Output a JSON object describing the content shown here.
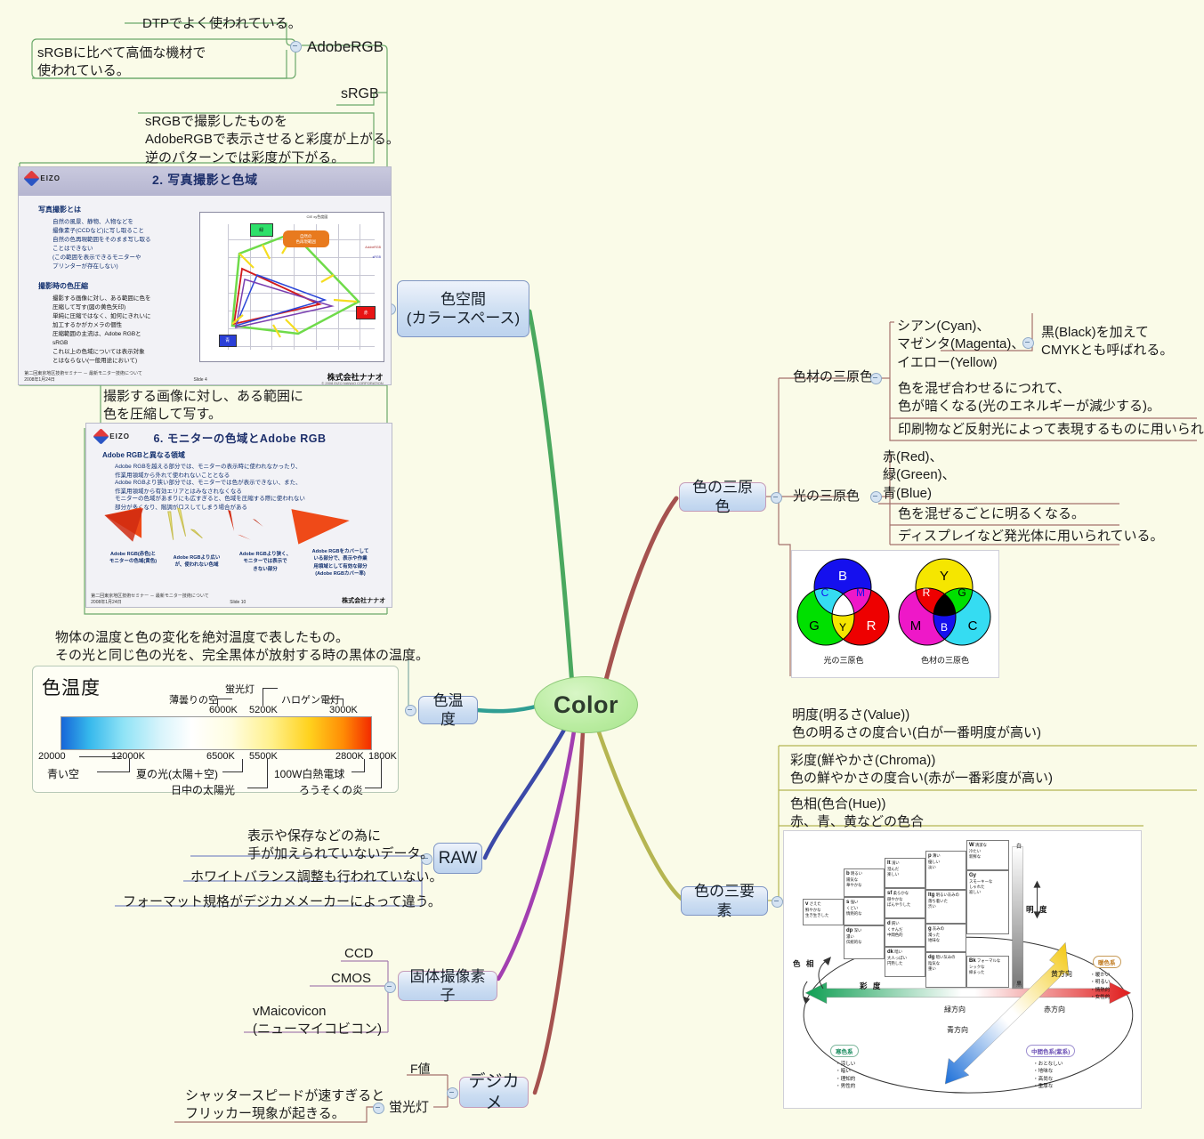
{
  "root": {
    "label": "Color"
  },
  "branches": {
    "colorspace": {
      "label": "色空間\n(カラースペース)",
      "children": [
        {
          "label": "AdobeRGB",
          "notes": [
            "DTPでよく使われている。",
            "sRGBに比べて高価な機材で\n使われている。"
          ]
        },
        {
          "label": "sRGB",
          "notes": []
        },
        {
          "notes": [
            "sRGBで撮影したものを\nAdobeRGBで表示させると彩度が上がる。\n逆のパターンでは彩度が下がる。"
          ]
        },
        {
          "image": "eizo-slide-photo-gamut"
        },
        {
          "notes": [
            "撮影する画像に対し、ある範囲に\n色を圧縮して写す。"
          ]
        },
        {
          "image": "eizo-slide-monitor-adobergb"
        }
      ]
    },
    "three_primary": {
      "label": "色の三原色",
      "children": [
        {
          "label": "色材の三原色",
          "notes": [
            "シアン(Cyan)、\nマゼンタ(Magenta)、\nイエロー(Yellow)",
            "黒(Black)を加えて\nCMYKとも呼ばれる。",
            "色を混ぜ合わせるにつれて、\n色が暗くなる(光のエネルギーが減少する)。",
            "印刷物など反射光によって表現するものに用いられる。"
          ]
        },
        {
          "label": "光の三原色",
          "notes": [
            "赤(Red)、\n緑(Green)、\n青(Blue)",
            "色を混ぜるごとに明るくなる。",
            "ディスプレイなど発光体に用いられている。"
          ]
        },
        {
          "image": "venn-rgb-cmy"
        }
      ]
    },
    "three_elements": {
      "label": "色の三要素",
      "children": [
        {
          "notes": [
            "明度(明るさ(Value))\n色の明るさの度合い(白が一番明度が高い)"
          ]
        },
        {
          "notes": [
            "彩度(鮮やかさ(Chroma))\n色の鮮やかさの度合い(赤が一番彩度が高い)"
          ]
        },
        {
          "notes": [
            "色相(色合(Hue))\n赤、青、黄などの色合"
          ]
        },
        {
          "image": "tone-hue-diagram"
        }
      ]
    },
    "color_temperature": {
      "label": "色温度",
      "notes": [
        "物体の温度と色の変化を絶対温度で表したもの。\nその光と同じ色の光を、完全黒体が放射する時の黒体の温度。"
      ],
      "image": "color-temperature-scale"
    },
    "raw": {
      "label": "RAW",
      "notes": [
        "表示や保存などの為に\n手が加えられていないデータ。",
        "ホワイトバランス調整も行われていない。",
        "フォーマット規格がデジカメメーカーによって違う。"
      ]
    },
    "sensor": {
      "label": "固体撮像素子",
      "children": [
        "CCD",
        "CMOS",
        "vMaicovicon\n(ニューマイコビコン)"
      ]
    },
    "digicam": {
      "label": "デジカメ",
      "children": [
        {
          "label": "F値"
        },
        {
          "label": "蛍光灯",
          "notes": [
            "シャッタースピードが速すぎると\nフリッカー現象が起きる。"
          ]
        }
      ]
    }
  },
  "images": {
    "eizo_slide1": {
      "brand": "EIZO",
      "title": "2. 写真撮影と色域",
      "h1": "写真撮影とは",
      "b1": "自然の風景、静物、人物などを\n撮像素子(CCDなど)に写し取ること",
      "b2": "自然の色再現範囲をそのまま写し取る\nことはできない\n(この範囲を表示できるモニターや\nプリンターが存在しない)",
      "h2": "撮影時の色圧縮",
      "b3": "撮影する画像に対し、ある範囲に色を\n圧縮して写す(図の黄色矢印)",
      "b4": "単純に圧縮ではなく、如何にきれいに\n加工するかがカメラの個性",
      "b5": "圧縮範囲の主流は、Adobe RGBと\nsRGB",
      "b6": "これ以上の色域については表示対象\nとはならない(一般用途において)",
      "chart_title": "CIE xy色度図",
      "bubble": "自然の\n色再現範囲",
      "legend1": "AdobeRGB",
      "legend2": "sRGB",
      "sw_green": "緑",
      "sw_red": "赤",
      "sw_blue": "青",
      "footer_left": "第二回東京地区技術セミナー － 最新モニター技術について\n2008年1月24日",
      "footer_mid": "Slide 4",
      "footer_right": "株式会社ナナオ",
      "copyright": "© 2008 EIZO NANAO CORPORATION"
    },
    "eizo_slide2": {
      "brand": "EIZO",
      "title": "6. モニターの色域とAdobe RGB",
      "h1": "Adobe RGBと異なる領域",
      "b1": "Adobe RGBを越える部分では、モニターの表示時に使われなかったり、\n作業用領域から外れて使われないこととなる",
      "b2": "Adobe RGBより狭い部分では、モニターでは色が表示できない、また、\n作業用領域から有効エリアとはみなされなくなる",
      "b3": "モニターの色域があまりにも広すぎると、色域を圧縮する際に使われない\n部分が多くなり、階調がロスしてしまう場合がある",
      "cap1": "Adobe RGB(赤色)と\nモニターの色域(黄色)",
      "cap2": "Adobe RGBより広い\nが、使われない色域",
      "cap3": "Adobe RGBより狭く、\nモニターでは表示で\nきない部分",
      "cap4": "Adobe RGBをカバーして\nいる部分で、表示や作業\n用領域として有効な部分\n(Adobe RGBカバー率)",
      "footer_left": "第二回東京地区技術セミナー － 最新モニター技術について\n2008年1月24日",
      "footer_mid": "Slide 10",
      "footer_right": "株式会社ナナオ"
    },
    "venn": {
      "light_label": "光の三原色",
      "pigment_label": "色材の三原色",
      "light_letters": [
        "B",
        "C",
        "M",
        "G",
        "Y",
        "R"
      ],
      "pigment_letters": [
        "Y",
        "R",
        "G",
        "M",
        "B",
        "C"
      ],
      "colors": {
        "blue": "#1510ee",
        "green": "#00e000",
        "red": "#ee0000",
        "cyan": "#35dcf2",
        "magenta": "#ee18c8",
        "yellow": "#f5e600",
        "white": "#ffffff",
        "black": "#000000"
      }
    },
    "color_temperature": {
      "title": "色温度",
      "top_labels": [
        "薄曇りの空",
        "蛍光灯",
        "ハロゲン電灯"
      ],
      "top_values": [
        "6000K",
        "5200K",
        "3000K"
      ],
      "left_value": "20000",
      "left_dash": "12000K",
      "bottom_values": [
        "6500K",
        "5500K",
        "2800K",
        "1800K"
      ],
      "bottom_labels": [
        "青い空",
        "夏の光(太陽＋空)",
        "日中の太陽光",
        "100W白熱電球",
        "ろうそくの炎"
      ]
    },
    "tone": {
      "axis_hue": "色 相",
      "axis_chroma": "彩 度",
      "axis_value": "明 度",
      "white": "白",
      "black": "黒",
      "dir_green": "緑方向",
      "dir_red": "赤方向",
      "dir_yellow": "黄方向",
      "dir_blue": "青方向",
      "pill_warm": "暖色系",
      "pill_cool": "寒色系",
      "pill_mid": "中間色系(紫系)",
      "list_warm": "・暖かい\n・明るい\n・情熱的\n・女性的",
      "list_cool": "・涼しい\n・暗い\n・理知的\n・男性的",
      "list_mid": "・おとなしい\n・地味な\n・高尚な\n・重厚な",
      "boxes": [
        {
          "code": "v",
          "text": "さえた\n鮮やかな\n生き生きした"
        },
        {
          "code": "b",
          "text": "明るい\n陽気な\n華やかな"
        },
        {
          "code": "s",
          "text": "強い\nくどい\n情熱的な"
        },
        {
          "code": "dp",
          "text": "深い\n濃い\n伝統的な"
        },
        {
          "code": "lt",
          "text": "浅い\n澄んだ\n楽しい"
        },
        {
          "code": "sf",
          "text": "柔らかな\n穏やかな\nぼんやりした"
        },
        {
          "code": "d",
          "text": "鈍い\nくすんだ\n中間色的"
        },
        {
          "code": "dk",
          "text": "暗い\n大人っぽい\n円熟した"
        },
        {
          "code": "p",
          "text": "薄い\n優しい\n淡い"
        },
        {
          "code": "ltg",
          "text": "明るい灰みの\n落ち着いた\n渋い"
        },
        {
          "code": "g",
          "text": "灰みの\n濁った\n地味な"
        },
        {
          "code": "dg",
          "text": "暗い灰みの\n陰気な\n重い"
        },
        {
          "code": "W",
          "text": "清潔な\n冷たい\n新鮮な"
        },
        {
          "code": "Gy",
          "text": "スモーキーな\nしゃれた\n寂しい"
        },
        {
          "code": "Bk",
          "text": "フォーマルな\nシックな\n締まった"
        }
      ]
    }
  },
  "colors": {
    "background": "#fafbe8",
    "root_fill": "#b9eca0",
    "node_fill": "#cddef2",
    "edge_colorspace": "#4aa85f",
    "edge_three_primary": "#a5524f",
    "edge_color_temperature": "#2f9e93",
    "edge_raw": "#3b49a8",
    "edge_sensor": "#a23fb0",
    "edge_digicam": "#a5524f",
    "edge_three_elements": "#b5b551"
  }
}
